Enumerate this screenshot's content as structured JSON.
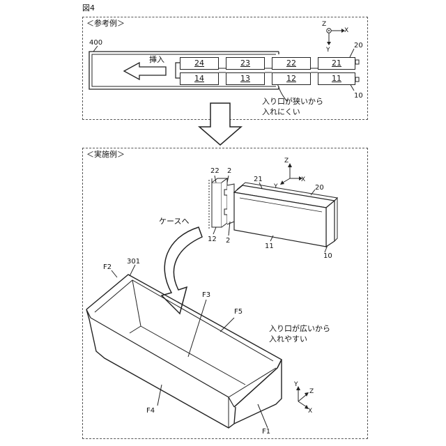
{
  "figure_label": "図4",
  "reference": {
    "section_label": "＜参考例＞",
    "case_label": "400",
    "insert_label": "挿入",
    "module_upper_label": "20",
    "module_lower_label": "10",
    "cells_top": [
      "24",
      "23",
      "22",
      "21"
    ],
    "cells_bottom": [
      "14",
      "13",
      "12",
      "11"
    ],
    "note_line1": "入り口が狭いから",
    "note_line2": "入れにくい",
    "axes": {
      "z": "Z",
      "x": "X",
      "y": "Y"
    }
  },
  "embodiment": {
    "section_label": "＜実施例＞",
    "labels": {
      "l22": "22",
      "l2a": "2",
      "l2b": "2",
      "l12": "12",
      "l21": "21",
      "l20": "20",
      "l11": "11",
      "l10": "10",
      "f2": "F2",
      "l301": "301",
      "f3": "F3",
      "f5": "F5",
      "f4": "F4",
      "f1": "F1"
    },
    "to_case_label": "ケースへ",
    "note_line1": "入り口が広いから",
    "note_line2": "入れやすい",
    "axes_top": {
      "z": "Z",
      "x": "X",
      "y": "Y"
    },
    "axes_bottom": {
      "y": "Y",
      "z": "Z",
      "x": "X"
    }
  }
}
